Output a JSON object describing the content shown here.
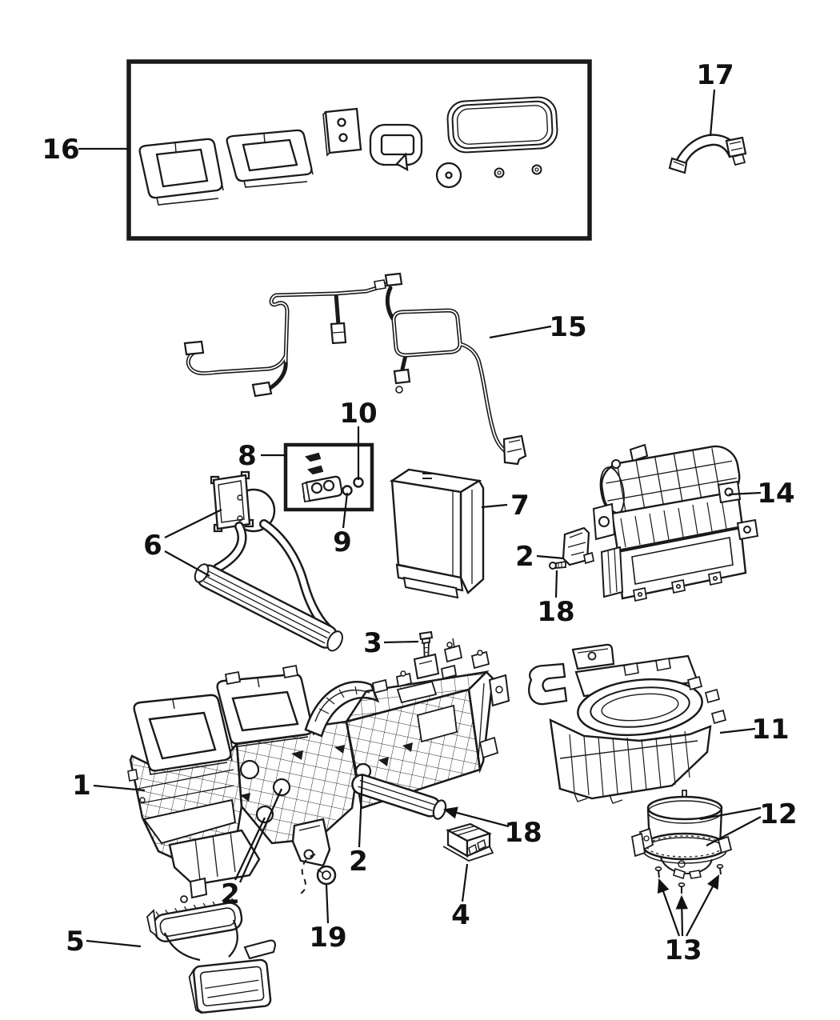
{
  "figure": {
    "type": "exploded-parts-diagram",
    "colors": {
      "line": "#1a1a1a",
      "background": "#ffffff"
    },
    "callouts": {
      "1": "1",
      "2": "2",
      "3": "3",
      "4": "4",
      "5": "5",
      "6": "6",
      "7": "7",
      "8": "8",
      "9": "9",
      "10": "10",
      "11": "11",
      "12": "12",
      "13": "13",
      "14": "14",
      "15": "15",
      "16": "16",
      "17": "17",
      "18": "18",
      "19": "19"
    }
  }
}
